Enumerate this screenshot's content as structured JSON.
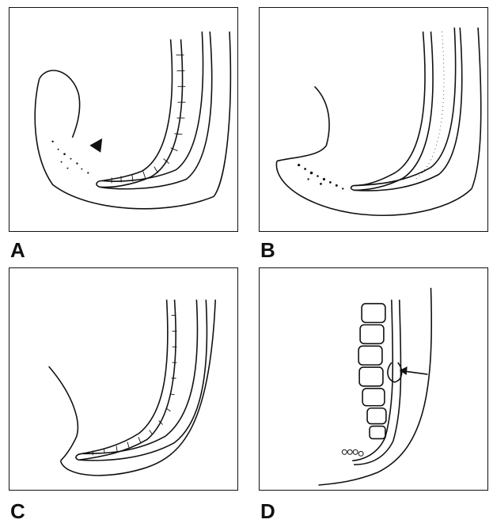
{
  "figure": {
    "panels": [
      {
        "id": "a",
        "label": "A"
      },
      {
        "id": "b",
        "label": "B"
      },
      {
        "id": "c",
        "label": "C"
      },
      {
        "id": "d",
        "label": "D"
      }
    ]
  },
  "colors": {
    "line": "#111111",
    "background": "#ffffff"
  }
}
